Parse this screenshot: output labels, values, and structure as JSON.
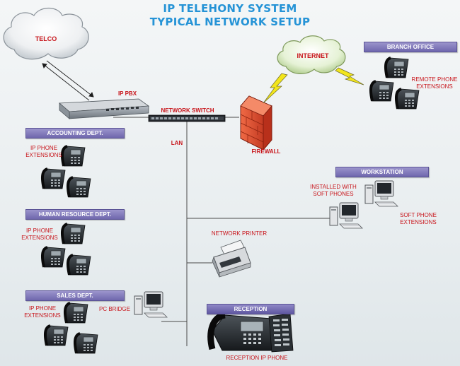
{
  "title": {
    "line1": "IP TELEHONY SYSTEM",
    "line2": "TYPICAL NETWORK SETUP"
  },
  "colors": {
    "title": "#2593d6",
    "label_red": "#c8151b",
    "banner_fill": "#7e77b8",
    "lightning": "#f2e51c",
    "firewall": "#d9442b",
    "line": "#4a4a4a"
  },
  "cloud_labels": {
    "telco": "TELCO",
    "internet": "INTERNET"
  },
  "node_labels": {
    "ip_pbx": "IP PBX",
    "network_switch": "NETWORK SWITCH",
    "lan": "LAN",
    "firewall": "FIREWALL",
    "network_printer": "NETWORK PRINTER",
    "pc_bridge": "PC BRIDGE",
    "installed_soft_phones": "INSTALLED WITH\nSOFT PHONES",
    "soft_phone_extensions": "SOFT PHONE\nEXTENSIONS",
    "remote_phone_extensions": "REMOTE PHONE\nEXTENSIONS",
    "reception_ip_phone": "RECEPTION IP PHONE"
  },
  "departments": {
    "accounting": {
      "banner": "ACCOUNTING DEPT.",
      "ext_label": "IP PHONE\nEXTENSIONS"
    },
    "human_resource": {
      "banner": "HUMAN RESOURCE DEPT.",
      "ext_label": "IP PHONE\nEXTENSIONS"
    },
    "sales": {
      "banner": "SALES DEPT.",
      "ext_label": "IP PHONE\nEXTENSIONS"
    },
    "branch_office": {
      "banner": "BRANCH OFFICE"
    },
    "workstation": {
      "banner": "WORKSTATION"
    },
    "reception": {
      "banner": "RECEPTION"
    }
  }
}
